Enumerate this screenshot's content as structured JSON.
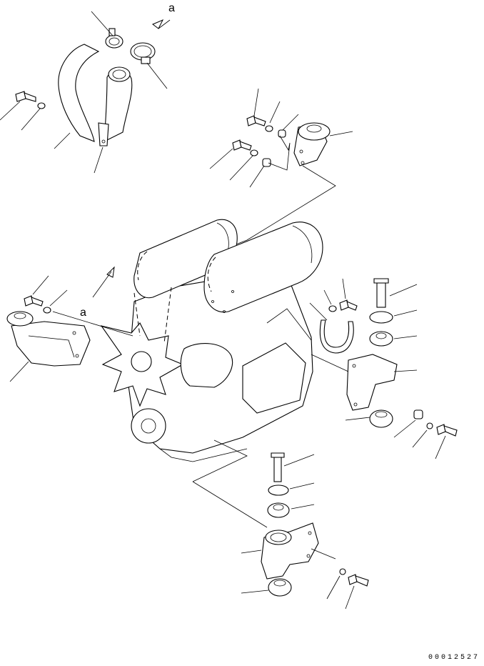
{
  "references": {
    "top": "a",
    "engine": "a"
  },
  "drawing_number": "00012527"
}
